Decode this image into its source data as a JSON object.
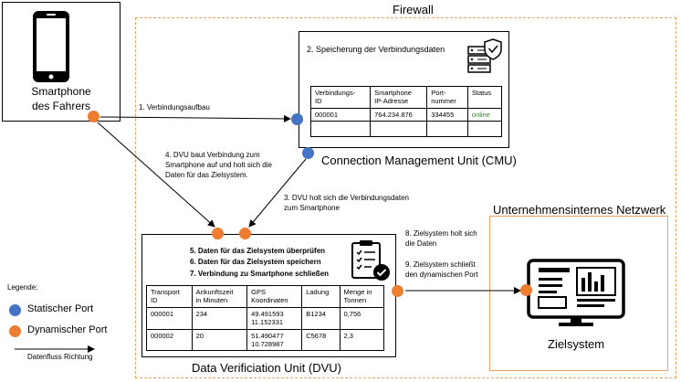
{
  "firewall": {
    "label": "Firewall"
  },
  "smartphone": {
    "label": "Smartphone\ndes Fahrers"
  },
  "cmu": {
    "step": "2. Speicherung der Verbindungsdaten",
    "title": "Connection Management Unit (CMU)",
    "table": {
      "headers": [
        "Verbindungs-\nID",
        "Smartphone\nIP-Adresse",
        "Port-\nnummer",
        "Status"
      ],
      "rows": [
        [
          "000001",
          "764.234.876",
          "334455",
          "online"
        ],
        [
          "",
          "",
          "",
          ""
        ]
      ]
    },
    "colors": {
      "online": "#2e8b22"
    }
  },
  "flow": {
    "step1": "1. Verbindungsaufbau",
    "step4": "4. DVU baut Verbindung zum\nSmartphone auf und holt sich die\nDaten für das Zielsystem.",
    "step3": "3. DVU holt sich die Verbindungsdaten\nzum Smartphone",
    "step8": "8. Zielsystem holt sich\ndie Daten",
    "step9": "9. Zielsystem schließt\nden dynamischen Port"
  },
  "dvu": {
    "title": "Data Verificiation Unit (DVU)",
    "steps": [
      "5. Daten für das Zielsystem überprüfen",
      "6. Daten für das Zielsystem speichern",
      "7. Verbindung zu Smartphone schließen"
    ],
    "table": {
      "headers": [
        "Transport\nID",
        "Ankunftszeit\nin Minuten",
        "GPS\nKoordinaten",
        "Ladung",
        "Menge in\nTonnen"
      ],
      "rows": [
        [
          "000001",
          "234",
          "49.491593\n11.152331",
          "B1234",
          "0,756"
        ],
        [
          "000002",
          "20",
          "51.490477\n10.728987",
          "C5678",
          "2,3"
        ]
      ]
    }
  },
  "network": {
    "label": "Unternehmensinternes Netzwerk"
  },
  "zielsystem": {
    "label": "Zielsystem"
  },
  "legend": {
    "title": "Legende:",
    "static": "Statischer Port",
    "dynamic": "Dynamischer Port",
    "flow": "Datenfluss Richtung"
  },
  "colors": {
    "static_port": "#4472c4",
    "dynamic_port": "#ed7d31",
    "firewall_border": "#f0a060"
  }
}
